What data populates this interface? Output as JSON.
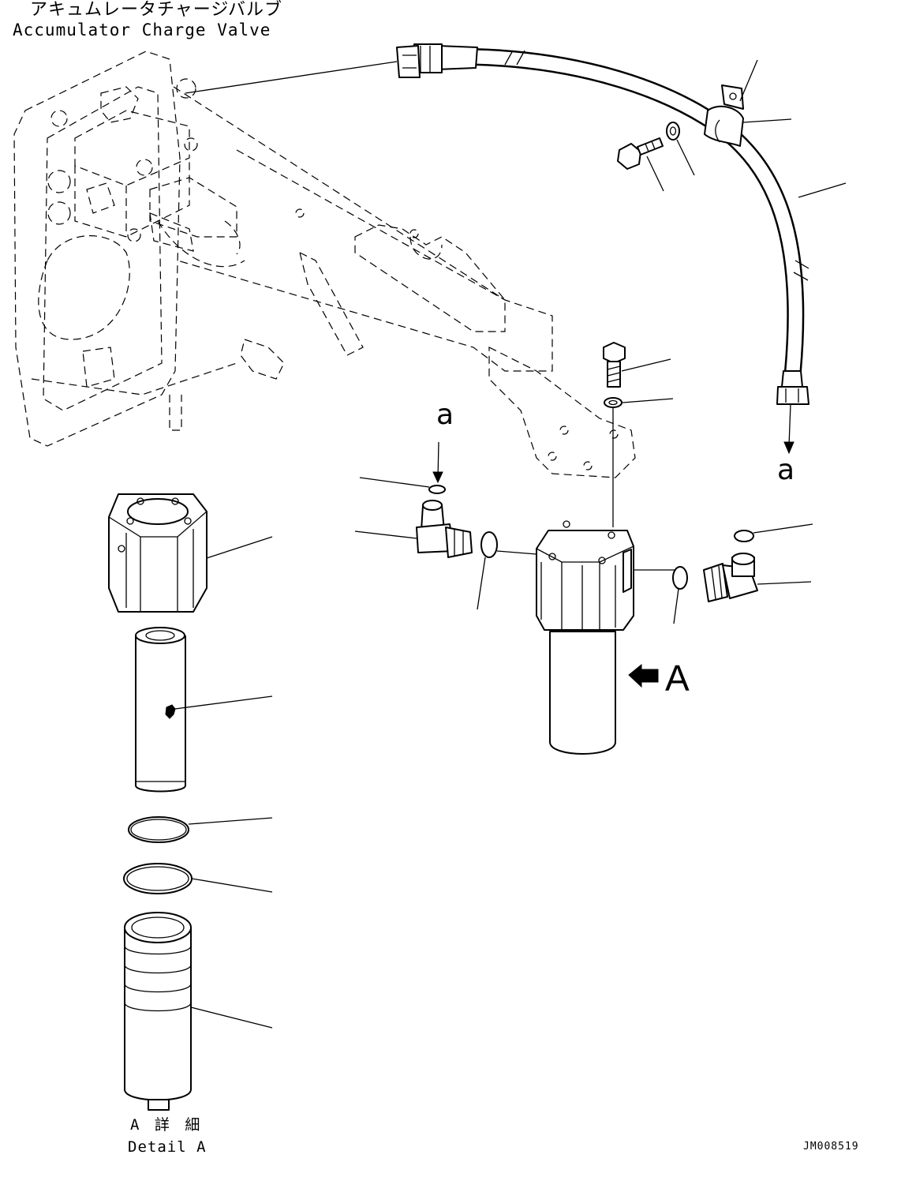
{
  "title": {
    "japanese": "アキュムレータチャージバルブ",
    "english": "Accumulator Charge Valve"
  },
  "connection_marks": [
    "a",
    "a"
  ],
  "view_marker": "A",
  "detail": {
    "japanese": "A 詳 細",
    "english": "Detail A"
  },
  "drawing_number": "JM008519",
  "parts": [
    "accumulator-charge-valve",
    "hose",
    "clamp",
    "bolt",
    "washer",
    "bracket",
    "filter-head",
    "elbow",
    "o-ring",
    "filter-cap",
    "filter-element",
    "filter-case"
  ]
}
